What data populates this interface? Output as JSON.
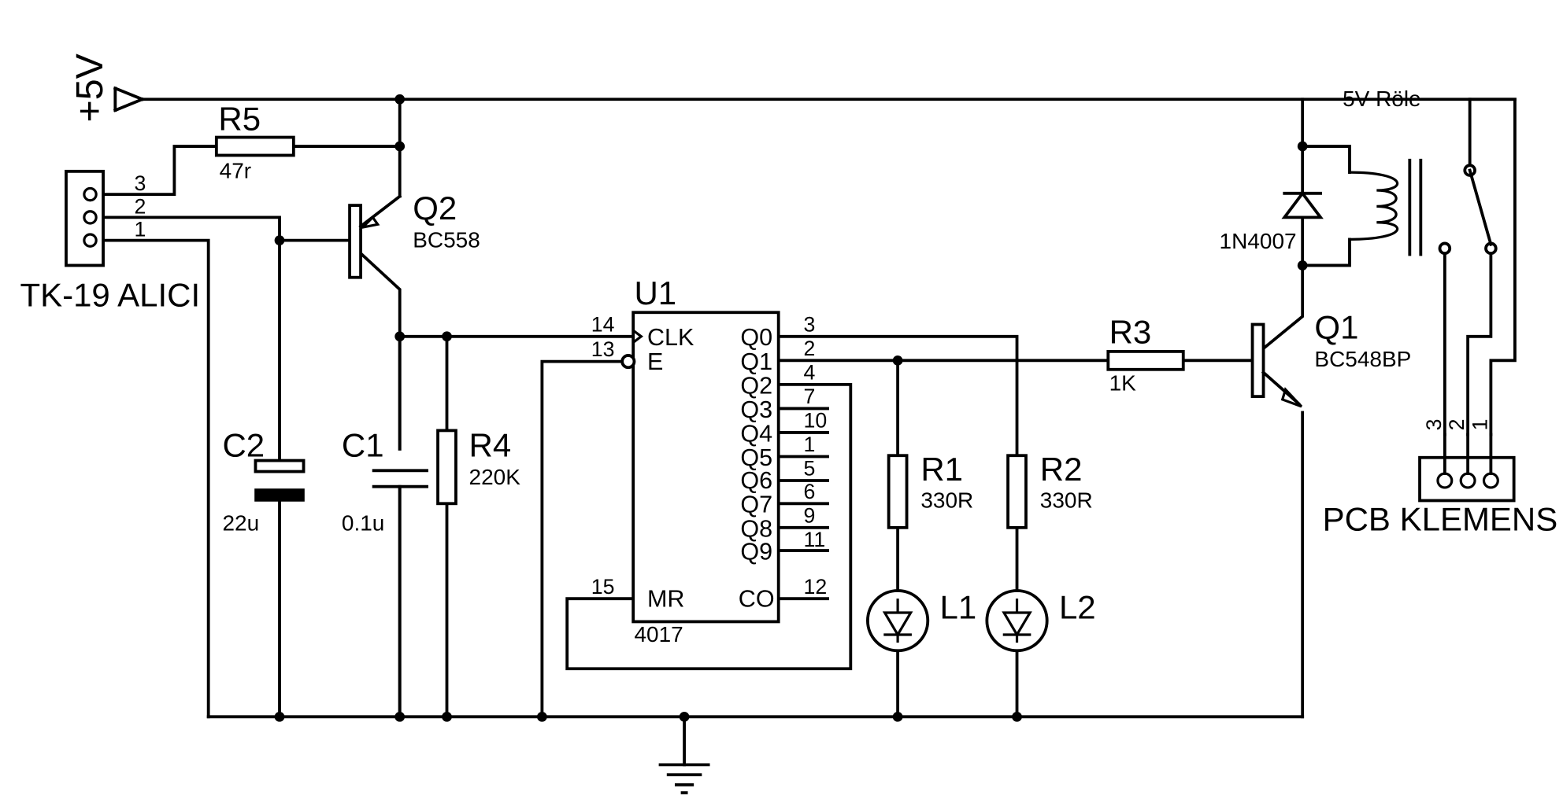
{
  "supply": {
    "label": "+5V"
  },
  "receiver": {
    "name": "TK-19  ALICI",
    "pins": [
      "3",
      "2",
      "1"
    ]
  },
  "terminal": {
    "name": "PCB KLEMENS",
    "pins": [
      "3",
      "2",
      "1"
    ]
  },
  "relay": {
    "label": "5V Röle"
  },
  "components": {
    "R5": {
      "ref": "R5",
      "value": "47r"
    },
    "Q2": {
      "ref": "Q2",
      "value": "BC558"
    },
    "C2": {
      "ref": "C2",
      "value": "22u"
    },
    "C1": {
      "ref": "C1",
      "value": "0.1u"
    },
    "R4": {
      "ref": "R4",
      "value": "220K"
    },
    "U1": {
      "ref": "U1",
      "value": "4017"
    },
    "R1": {
      "ref": "R1",
      "value": "330R"
    },
    "R2": {
      "ref": "R2",
      "value": "330R"
    },
    "L1": {
      "ref": "L1"
    },
    "L2": {
      "ref": "L2"
    },
    "R3": {
      "ref": "R3",
      "value": "1K"
    },
    "Q1": {
      "ref": "Q1",
      "value": "BC548BP"
    },
    "D1": {
      "value": "1N4007"
    }
  },
  "ic": {
    "left_pins": [
      {
        "num": "14",
        "name": "CLK"
      },
      {
        "num": "13",
        "name": "E"
      },
      {
        "num": "15",
        "name": "MR"
      }
    ],
    "right_pins": [
      {
        "num": "3",
        "name": "Q0"
      },
      {
        "num": "2",
        "name": "Q1"
      },
      {
        "num": "4",
        "name": "Q2"
      },
      {
        "num": "7",
        "name": "Q3"
      },
      {
        "num": "10",
        "name": "Q4"
      },
      {
        "num": "1",
        "name": "Q5"
      },
      {
        "num": "5",
        "name": "Q6"
      },
      {
        "num": "6",
        "name": "Q7"
      },
      {
        "num": "9",
        "name": "Q8"
      },
      {
        "num": "11",
        "name": "Q9"
      },
      {
        "num": "12",
        "name": "CO"
      }
    ]
  }
}
